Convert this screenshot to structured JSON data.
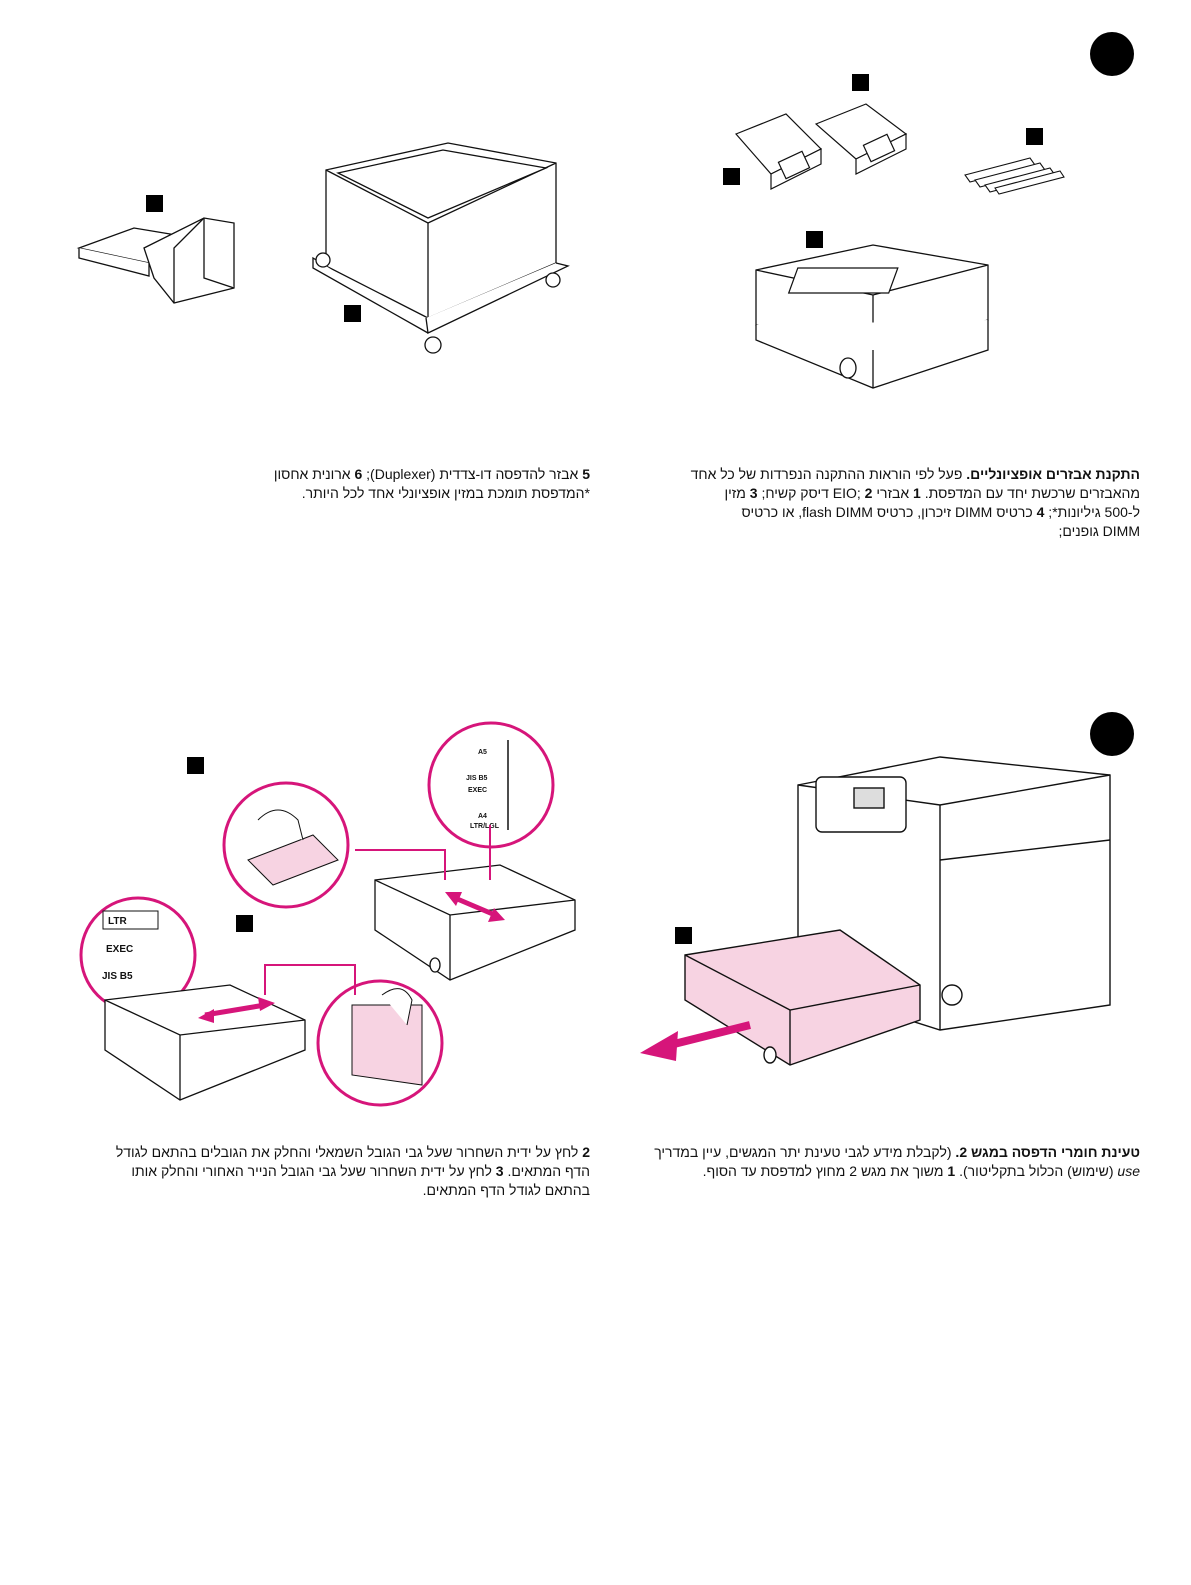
{
  "step1": {
    "caption_right": {
      "heading": "התקנת אבזרים אופציונליים.",
      "lines": [
        " פעל לפי הוראות ההתקנה הנפרדות של כל אחד",
        "מהאבזרים שרכשת יחד עם המדפסת. ",
        "1",
        " אבזרי EIO; ",
        "2",
        " דיסק קשיח; ",
        "3",
        " מזין",
        "ל-500 גיליונות*; ",
        "4",
        " כרטיס DIMM זיכרון, כרטיס flash DIMM, או כרטיס",
        "DIMM גופנים;"
      ]
    },
    "caption_left": {
      "n5": "5",
      "t5": " אבזר להדפסה דו-צדדית (Duplexer); ",
      "n6": "6",
      "t6": " ארונית אחסון",
      "line2": "*המדפסת תומכת במזין אופציונלי אחד לכל היותר."
    }
  },
  "step2": {
    "caption_right": {
      "heading": "טעינת חומרי הדפסה במגש 2.",
      "line1_rest": " (לקבלת מידע לגבי טעינת יתר המגשים, עיין במדריך",
      "use_word": "use",
      "line2_rest": " (שימוש) הכלול בתקליטור). ",
      "n1": "1",
      "line2_end": " משוך את מגש 2 מחוץ למדפסת עד הסוף."
    },
    "caption_left": {
      "n2": "2",
      "t2a": " לחץ על ידית השחרור שעל גבי הגובל השמאלי והחלק את הגובלים בהתאם לגודל",
      "t2b": "הדף המתאים. ",
      "n3": "3",
      "t3a": " לחץ על ידית השחרור שעל גבי הגובל הנייר האחורי והחלק אותו",
      "t3b": "בהתאם לגודל הדף המתאים."
    },
    "tray_labels_top": [
      "A5",
      "JIS B5",
      "EXEC",
      "A4",
      "LTR/LGL"
    ],
    "tray_labels_side": [
      "LTR",
      "EXEC",
      "JIS B5"
    ]
  },
  "colors": {
    "accent": "#d6157a",
    "highlight": "#f7d3e2",
    "ink": "#111111"
  }
}
